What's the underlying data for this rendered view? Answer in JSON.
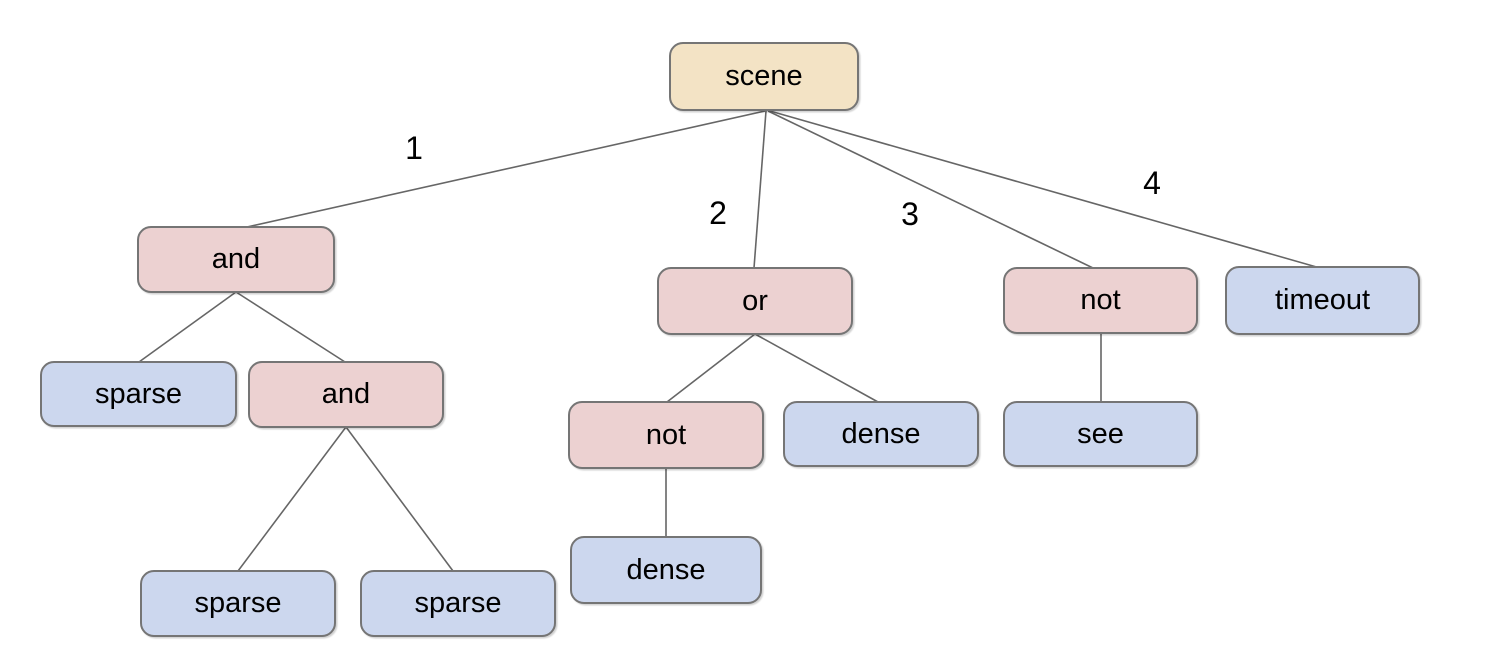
{
  "diagram": {
    "type": "tree",
    "edge_labels": [
      "1",
      "2",
      "3",
      "4"
    ],
    "nodes": [
      {
        "id": "scene",
        "label": "scene",
        "kind": "root"
      },
      {
        "id": "and-1",
        "label": "and",
        "kind": "operator"
      },
      {
        "id": "or-1",
        "label": "or",
        "kind": "operator"
      },
      {
        "id": "not-1",
        "label": "not",
        "kind": "operator"
      },
      {
        "id": "timeout",
        "label": "timeout",
        "kind": "leaf"
      },
      {
        "id": "sparse-1",
        "label": "sparse",
        "kind": "leaf"
      },
      {
        "id": "and-2",
        "label": "and",
        "kind": "operator"
      },
      {
        "id": "not-2",
        "label": "not",
        "kind": "operator"
      },
      {
        "id": "dense-1",
        "label": "dense",
        "kind": "leaf"
      },
      {
        "id": "see",
        "label": "see",
        "kind": "leaf"
      },
      {
        "id": "dense-2",
        "label": "dense",
        "kind": "leaf"
      },
      {
        "id": "sparse-2",
        "label": "sparse",
        "kind": "leaf"
      },
      {
        "id": "sparse-3",
        "label": "sparse",
        "kind": "leaf"
      }
    ],
    "edges": [
      {
        "from": "scene",
        "to": "and-1",
        "label": "1"
      },
      {
        "from": "scene",
        "to": "or-1",
        "label": "2"
      },
      {
        "from": "scene",
        "to": "not-1",
        "label": "3"
      },
      {
        "from": "scene",
        "to": "timeout",
        "label": "4"
      },
      {
        "from": "and-1",
        "to": "sparse-1"
      },
      {
        "from": "and-1",
        "to": "and-2"
      },
      {
        "from": "and-2",
        "to": "sparse-2"
      },
      {
        "from": "and-2",
        "to": "sparse-3"
      },
      {
        "from": "or-1",
        "to": "not-2"
      },
      {
        "from": "or-1",
        "to": "dense-1"
      },
      {
        "from": "not-2",
        "to": "dense-2"
      },
      {
        "from": "not-1",
        "to": "see"
      }
    ],
    "colors": {
      "root_fill": "#f3e3c5",
      "operator_fill": "#ecd1d1",
      "leaf_fill": "#ccd7ee",
      "node_border": "#757575",
      "edge_line": "#666666",
      "text": "#000000",
      "background": "#ffffff"
    }
  }
}
